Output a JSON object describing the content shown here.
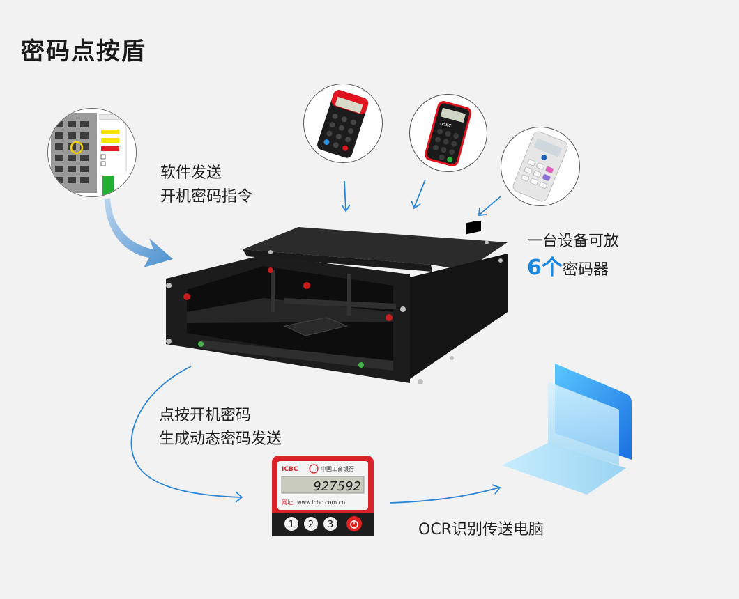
{
  "title": "密码点按盾",
  "captions": {
    "software_line1": "软件发送",
    "software_line2": "开机密码指令",
    "capacity_line1": "一台设备可放",
    "capacity_number": "6个",
    "capacity_suffix": "密码器",
    "press_line1": "点按开机密码",
    "press_line2": "生成动态密码发送",
    "ocr": "OCR识别传送电脑"
  },
  "token": {
    "brand": "ICBC",
    "bank_name": "中国工商银行",
    "code": "927592",
    "url_label": "网址",
    "url": "www.icbc.com.cn",
    "keys": [
      "1",
      "2",
      "3"
    ]
  },
  "device_brand": "HSBC",
  "colors": {
    "accent": "#1a88e0",
    "arrow": "#2a86d6",
    "icbc_red": "#d92228",
    "hsbc_red": "#e0141e"
  },
  "icons": [
    "software-screen-icon",
    "token-device-icon",
    "laptop-icon",
    "arrow-icon"
  ]
}
